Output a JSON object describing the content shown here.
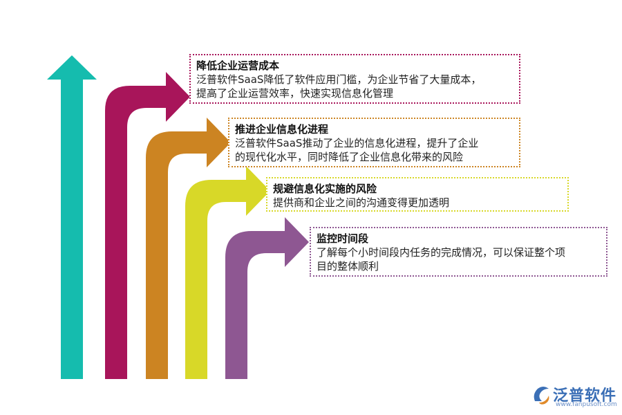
{
  "colors": {
    "teal": "#15bcae",
    "magenta": "#a8155a",
    "orange": "#cc8422",
    "lime": "#d8d828",
    "purple": "#8e5792",
    "logo_blue": "#3b6fb6"
  },
  "items": [
    {
      "title": "降低企业运营成本",
      "desc_lines": [
        "泛普软件SaaS降低了软件应用门槛，为企业节省了大量成本，",
        "提高了企业运营效率，快速实现信息化管理"
      ],
      "color": "#a8155a"
    },
    {
      "title": "推进企业信息化进程",
      "desc_lines": [
        "泛普软件SaaS推动了企业的信息化进程，提升了企业",
        "的现代化水平，同时降低了企业信息化带来的风险"
      ],
      "color": "#cc8422"
    },
    {
      "title": "规避信息化实施的风险",
      "desc_lines": [
        "提供商和企业之间的沟通变得更加透明"
      ],
      "color": "#d8d828"
    },
    {
      "title": "监控时间段",
      "desc_lines": [
        "了解每个小时间段内任务的完成情况，可以保证整个项",
        "目的整体顺利"
      ],
      "color": "#8e5792"
    }
  ],
  "logo": {
    "brand": "泛普软件",
    "site": "www.fanpusoft.com",
    "icon": "fanpu-logo-icon"
  }
}
